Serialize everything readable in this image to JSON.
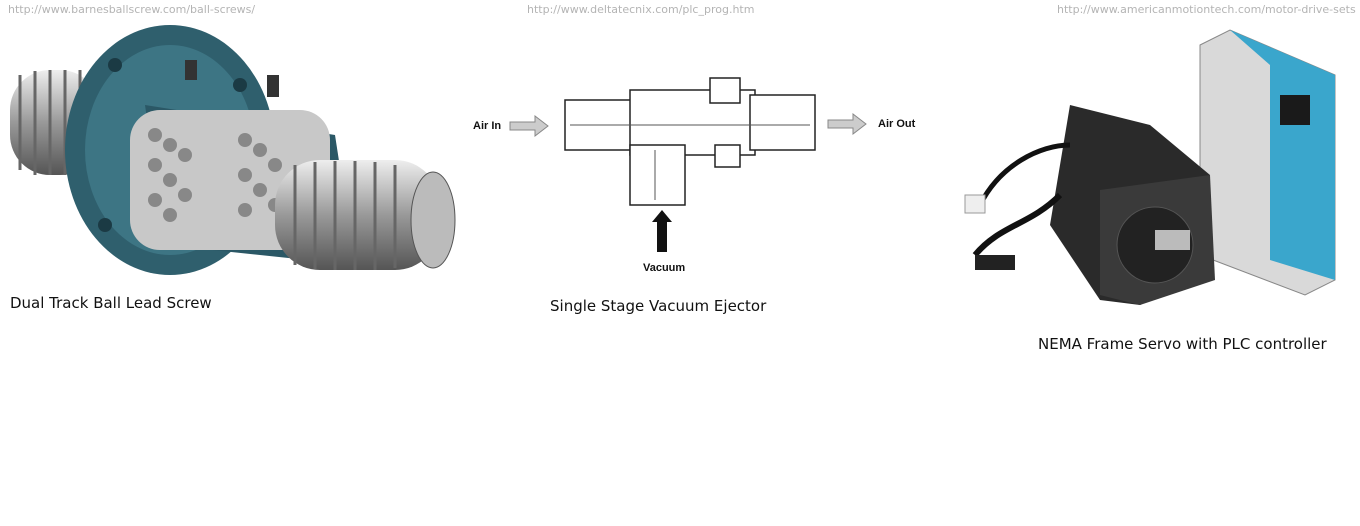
{
  "sources": {
    "ball_screw_url": "http://www.barnesballscrew.com/ball-screws/",
    "ejector_url": "http://www.deltatecnix.com/plc_prog.htm",
    "servo_url": "http://www.americanmotiontech.com/motor-drive-sets"
  },
  "captions": {
    "ball_screw": "Dual Track Ball Lead Screw",
    "ejector": "Single Stage Vacuum Ejector",
    "servo": "NEMA Frame Servo with PLC controller"
  },
  "ejector_labels": {
    "air_in": "Air In",
    "air_out": "Air Out",
    "vacuum": "Vacuum"
  }
}
